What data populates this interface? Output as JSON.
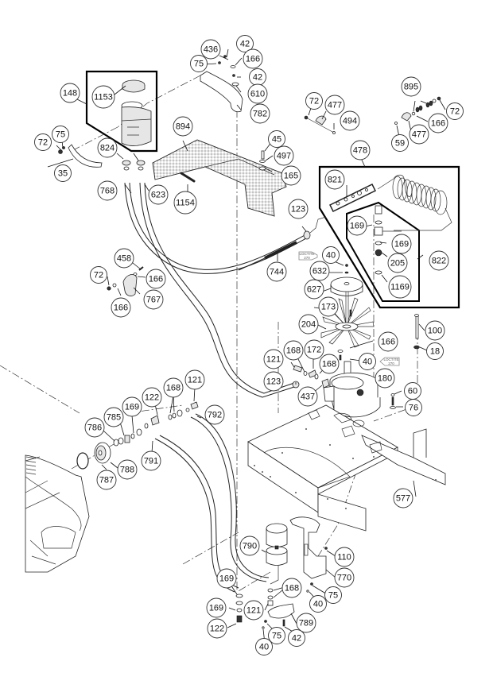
{
  "diagram": {
    "type": "exploded-parts-diagram",
    "subject": "Hydraulic reservoir, oil cooler, fan/pulley and pump mount assembly",
    "assembly_boxes": [
      {
        "label": "148",
        "contains": [
          "1153"
        ]
      },
      {
        "label": "478",
        "contains": [
          "821",
          "822"
        ]
      },
      {
        "label": "822",
        "contains": [
          "169",
          "169",
          "205",
          "1169"
        ]
      }
    ],
    "loctite_tags": [
      {
        "line1": "LOCTITE",
        "line2": "270",
        "attached_to": "40"
      },
      {
        "line1": "LOCTITE",
        "line2": "270",
        "attached_to": "40"
      }
    ],
    "callouts": [
      {
        "id": "c436",
        "label": "436"
      },
      {
        "id": "c42a",
        "label": "42"
      },
      {
        "id": "c75a",
        "label": "75"
      },
      {
        "id": "c166a",
        "label": "166"
      },
      {
        "id": "c42b",
        "label": "42"
      },
      {
        "id": "c610",
        "label": "610"
      },
      {
        "id": "c782",
        "label": "782"
      },
      {
        "id": "c148",
        "label": "148"
      },
      {
        "id": "c1153",
        "label": "1153"
      },
      {
        "id": "c72a",
        "label": "72"
      },
      {
        "id": "c75b",
        "label": "75"
      },
      {
        "id": "c35",
        "label": "35"
      },
      {
        "id": "c824",
        "label": "824"
      },
      {
        "id": "c768",
        "label": "768"
      },
      {
        "id": "c623",
        "label": "623"
      },
      {
        "id": "c894",
        "label": "894"
      },
      {
        "id": "c1154",
        "label": "1154"
      },
      {
        "id": "c45",
        "label": "45"
      },
      {
        "id": "c497",
        "label": "497"
      },
      {
        "id": "c165",
        "label": "165"
      },
      {
        "id": "c72b",
        "label": "72"
      },
      {
        "id": "c477a",
        "label": "477"
      },
      {
        "id": "c494",
        "label": "494"
      },
      {
        "id": "c895",
        "label": "895"
      },
      {
        "id": "c72c",
        "label": "72"
      },
      {
        "id": "c166b",
        "label": "166"
      },
      {
        "id": "c477b",
        "label": "477"
      },
      {
        "id": "c59",
        "label": "59"
      },
      {
        "id": "c478",
        "label": "478"
      },
      {
        "id": "c821",
        "label": "821"
      },
      {
        "id": "c169a",
        "label": "169"
      },
      {
        "id": "c169b",
        "label": "169"
      },
      {
        "id": "c205",
        "label": "205"
      },
      {
        "id": "c822",
        "label": "822"
      },
      {
        "id": "c1169",
        "label": "1169"
      },
      {
        "id": "c123a",
        "label": "123"
      },
      {
        "id": "c744",
        "label": "744"
      },
      {
        "id": "c40a",
        "label": "40"
      },
      {
        "id": "c632",
        "label": "632"
      },
      {
        "id": "c627",
        "label": "627"
      },
      {
        "id": "c173",
        "label": "173"
      },
      {
        "id": "c204",
        "label": "204"
      },
      {
        "id": "c166c",
        "label": "166"
      },
      {
        "id": "c40b",
        "label": "40"
      },
      {
        "id": "c100",
        "label": "100"
      },
      {
        "id": "c18",
        "label": "18"
      },
      {
        "id": "c180",
        "label": "180"
      },
      {
        "id": "c60",
        "label": "60"
      },
      {
        "id": "c76",
        "label": "76"
      },
      {
        "id": "c458",
        "label": "458"
      },
      {
        "id": "c72d",
        "label": "72"
      },
      {
        "id": "c166d",
        "label": "166"
      },
      {
        "id": "c166e",
        "label": "166"
      },
      {
        "id": "c767",
        "label": "767"
      },
      {
        "id": "c121a",
        "label": "121"
      },
      {
        "id": "c168a",
        "label": "168"
      },
      {
        "id": "c172",
        "label": "172"
      },
      {
        "id": "c168b",
        "label": "168"
      },
      {
        "id": "c123b",
        "label": "123"
      },
      {
        "id": "c437",
        "label": "437"
      },
      {
        "id": "c121b",
        "label": "121"
      },
      {
        "id": "c168c",
        "label": "168"
      },
      {
        "id": "c122a",
        "label": "122"
      },
      {
        "id": "c169c",
        "label": "169"
      },
      {
        "id": "c785",
        "label": "785"
      },
      {
        "id": "c786",
        "label": "786"
      },
      {
        "id": "c792",
        "label": "792"
      },
      {
        "id": "c791",
        "label": "791"
      },
      {
        "id": "c787",
        "label": "787"
      },
      {
        "id": "c788",
        "label": "788"
      },
      {
        "id": "c577",
        "label": "577"
      },
      {
        "id": "c790",
        "label": "790"
      },
      {
        "id": "c110",
        "label": "110"
      },
      {
        "id": "c770",
        "label": "770"
      },
      {
        "id": "c169d",
        "label": "169"
      },
      {
        "id": "c168d",
        "label": "168"
      },
      {
        "id": "c75c",
        "label": "75"
      },
      {
        "id": "c40c",
        "label": "40"
      },
      {
        "id": "c169e",
        "label": "169"
      },
      {
        "id": "c121c",
        "label": "121"
      },
      {
        "id": "c789",
        "label": "789"
      },
      {
        "id": "c122b",
        "label": "122"
      },
      {
        "id": "c75d",
        "label": "75"
      },
      {
        "id": "c42c",
        "label": "42"
      },
      {
        "id": "c40d",
        "label": "40"
      }
    ]
  }
}
